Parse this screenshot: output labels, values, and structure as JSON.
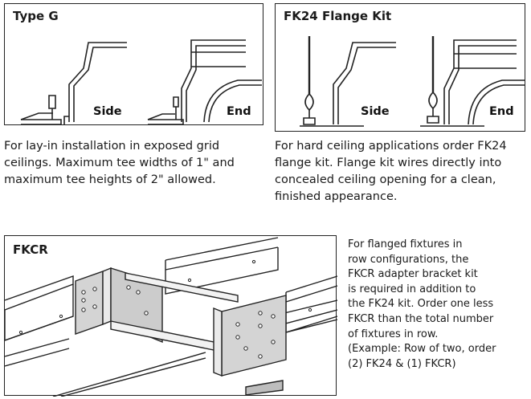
{
  "panels": {
    "type_g": {
      "title": "Type G",
      "side_label": "Side",
      "end_label": "End",
      "caption_lines": [
        "For lay-in installation in exposed grid",
        "ceilings. Maximum tee widths of 1\" and",
        "maximum tee heights of 2\" allowed."
      ]
    },
    "fk24": {
      "title": "FK24 Flange Kit",
      "side_label": "Side",
      "end_label": "End",
      "caption_lines": [
        "For hard ceiling applications order FK24",
        "flange kit. Flange kit wires directly into",
        "concealed ceiling opening for a clean,",
        "finished appearance."
      ]
    },
    "fkcr": {
      "title": "FKCR",
      "caption_lines": [
        "For flanged fixtures in",
        "row configurations, the",
        "FKCR adapter bracket kit",
        "is required in addition to",
        "the FK24 kit. Order one less",
        "FKCR than the total number",
        "of fixtures in row.",
        "(Example: Row of two, order",
        "(2) FK24 & (1) FKCR)"
      ]
    }
  }
}
